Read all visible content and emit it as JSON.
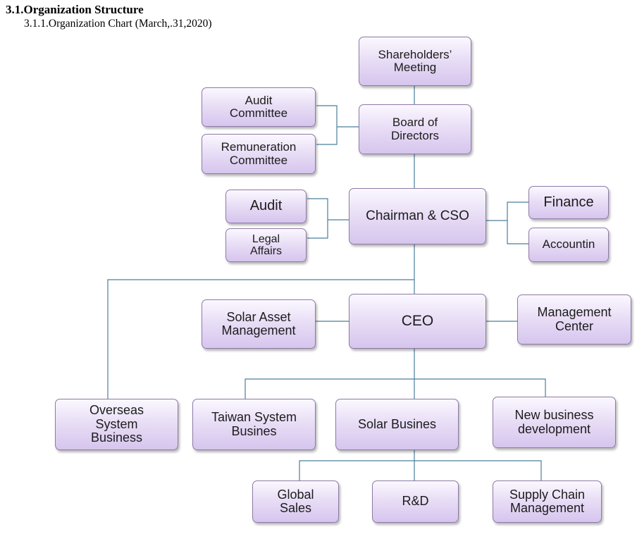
{
  "heading": {
    "title": "3.1.Organization Structure",
    "subtitle": "3.1.1.Organization Chart (March,.31,2020)"
  },
  "colors": {
    "connector": "#4a7f9c",
    "box_border": "#8e7aa6",
    "box_fill_top": "#fbf8ff",
    "box_fill_bottom": "#d6c5ee"
  },
  "org": {
    "shareholders": "Shareholders’\nMeeting",
    "audit_committee": "Audit\nCommittee",
    "remuneration_committee": "Remuneration\nCommittee",
    "board": "Board of\nDirectors",
    "audit": "Audit",
    "legal_affairs": "Legal\nAffairs",
    "chairman": "Chairman & CSO",
    "finance": "Finance",
    "accounting": "Accountin",
    "solar_asset": "Solar Asset\nManagement",
    "ceo": "CEO",
    "management_center": "Management\nCenter",
    "overseas": "Overseas\nSystem\nBusiness",
    "taiwan_system": "Taiwan System\nBusines",
    "solar_business": "Solar Busines",
    "new_business": "New business\ndevelopment",
    "global_sales": "Global\nSales",
    "rnd": "R&D",
    "supply_chain": "Supply Chain\nManagement"
  }
}
